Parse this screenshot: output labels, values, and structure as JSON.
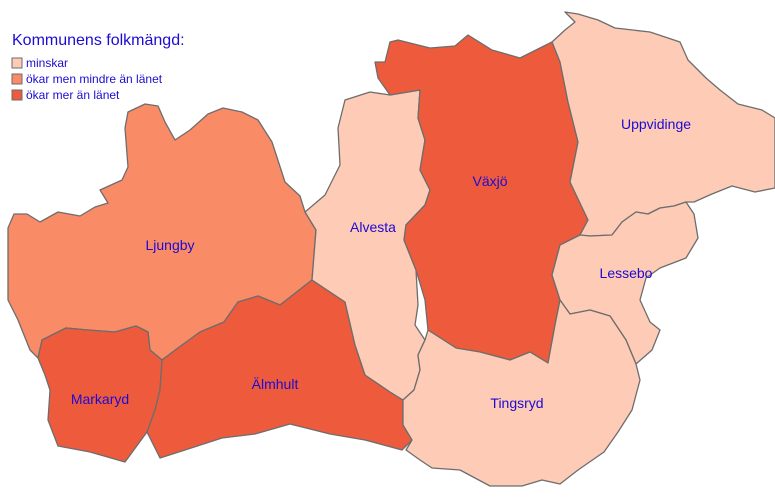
{
  "legend": {
    "title": "Kommunens folkmängd:",
    "categories": [
      {
        "key": "decrease",
        "label": "minskar",
        "color": "#fdcbb6"
      },
      {
        "key": "below",
        "label": "ökar men mindre än länet",
        "color": "#f98b67"
      },
      {
        "key": "above",
        "label": "ökar mer än länet",
        "color": "#ee5b3c"
      }
    ]
  },
  "municipalities": [
    {
      "key": "ljungby",
      "name": "Ljungby",
      "category": "below"
    },
    {
      "key": "markaryd",
      "name": "Markaryd",
      "category": "above"
    },
    {
      "key": "almhult",
      "name": "Älmhult",
      "category": "above"
    },
    {
      "key": "alvesta",
      "name": "Alvesta",
      "category": "decrease"
    },
    {
      "key": "vaxjo",
      "name": "Växjö",
      "category": "above"
    },
    {
      "key": "uppvidinge",
      "name": "Uppvidinge",
      "category": "decrease"
    },
    {
      "key": "lessebo",
      "name": "Lessebo",
      "category": "decrease"
    },
    {
      "key": "tingsryd",
      "name": "Tingsryd",
      "category": "decrease"
    }
  ]
}
